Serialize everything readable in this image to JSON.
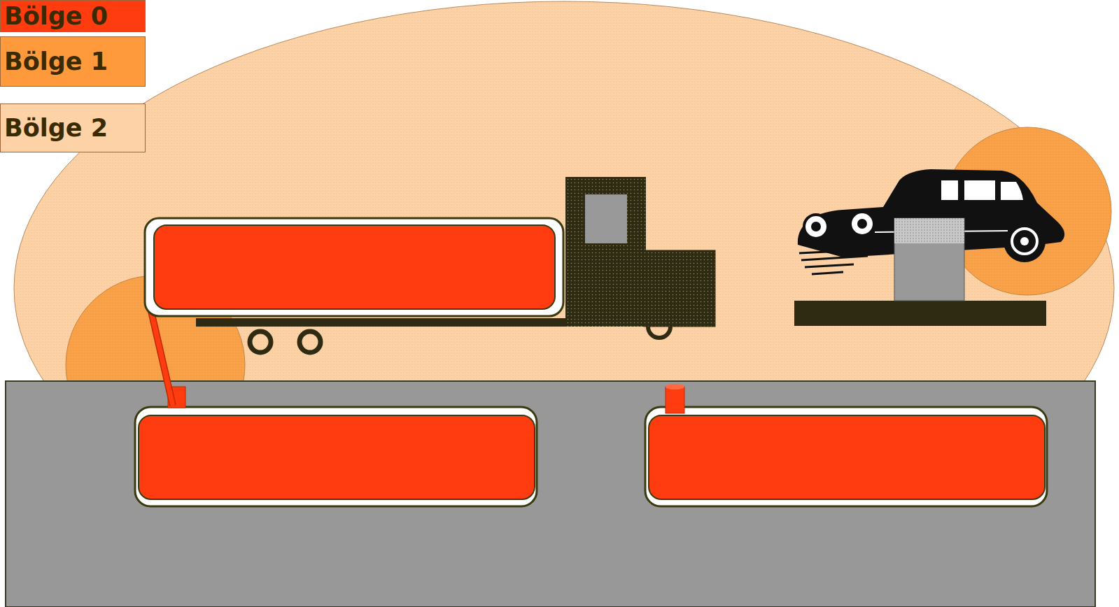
{
  "diagram": {
    "legend": [
      {
        "text": "Bölge 0",
        "color": "#ff3c0f"
      },
      {
        "text": "Bölge 1",
        "color": "#ff9a3c"
      },
      {
        "text": "Bölge 2",
        "color": "#fcd2a6"
      }
    ]
  }
}
